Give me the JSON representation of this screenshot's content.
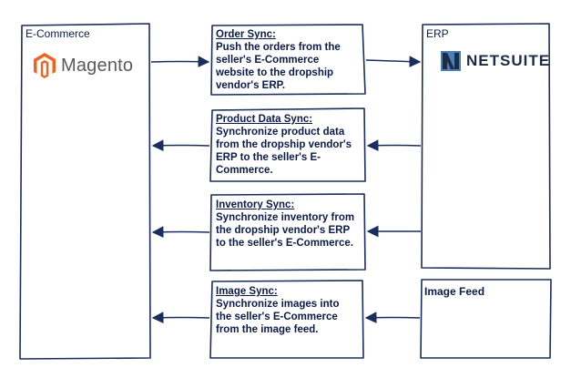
{
  "systems": {
    "ecommerce": {
      "label": "E-Commerce",
      "logo_name": "Magento"
    },
    "erp": {
      "label": "ERP",
      "logo_name": "NETSUITE"
    },
    "image_feed": {
      "label": "Image Feed"
    }
  },
  "syncs": [
    {
      "title": "Order Sync:",
      "lines": [
        "Push the orders from the",
        "seller's E-Commerce",
        "website to the dropship",
        "vendor's ERP."
      ]
    },
    {
      "title": "Product Data Sync:",
      "lines": [
        "Synchronize product data",
        "from the dropship vendor's",
        "ERP to the seller's E-",
        "Commerce."
      ]
    },
    {
      "title": "Inventory Sync:",
      "lines": [
        "Synchronize inventory from",
        "the dropship vendor's ERP",
        "to the seller's E-Commerce."
      ]
    },
    {
      "title": "Image Sync:",
      "lines": [
        "Synchronize images into",
        "the seller's E-Commerce",
        "from the image feed."
      ]
    }
  ],
  "colors": {
    "stroke": "#1a2d5c",
    "magento_orange": "#f26322",
    "netsuite_dark": "#1d2b45",
    "netsuite_blue": "#4d7fb7"
  }
}
